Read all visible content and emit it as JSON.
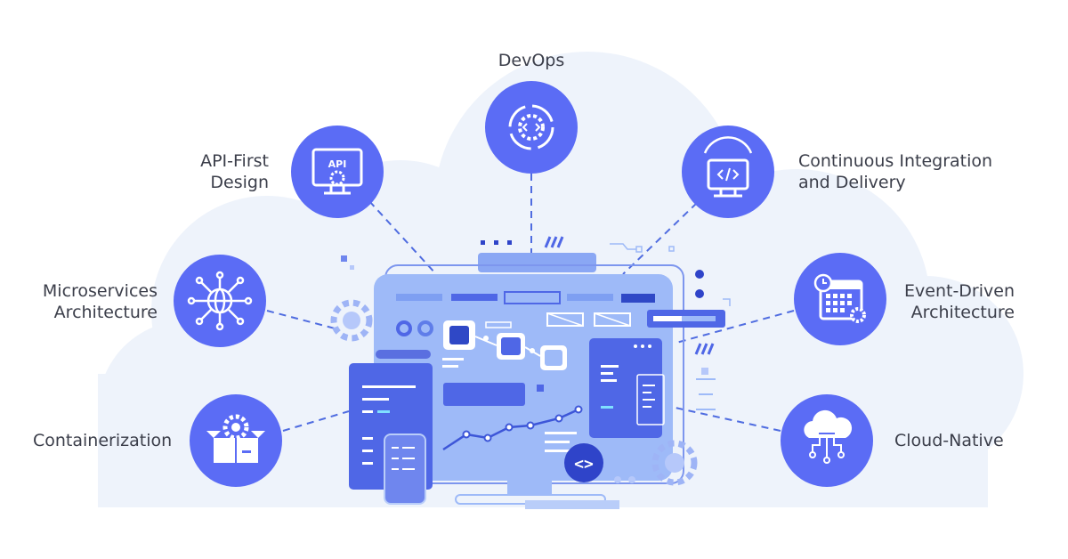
{
  "diagram": {
    "center_badge": "<>",
    "nodes": [
      {
        "id": "devops",
        "icon": "devops-gear-cycle-icon",
        "lines": [
          "DevOps"
        ]
      },
      {
        "id": "api-first",
        "icon": "api-monitor-icon",
        "lines": [
          "API-First",
          "Design"
        ]
      },
      {
        "id": "ci-cd",
        "icon": "code-monitor-icon",
        "lines": [
          "Continuous Integration",
          "and Delivery"
        ]
      },
      {
        "id": "microservices",
        "icon": "network-globe-icon",
        "lines": [
          "Microservices",
          "Architecture"
        ]
      },
      {
        "id": "event-driven",
        "icon": "calendar-clock-icon",
        "lines": [
          "Event-Driven",
          "Architecture"
        ]
      },
      {
        "id": "containerization",
        "icon": "box-gear-icon",
        "lines": [
          "Containerization"
        ]
      },
      {
        "id": "cloud-native",
        "icon": "cloud-network-icon",
        "lines": [
          "Cloud-Native"
        ]
      }
    ]
  },
  "colors": {
    "accent": "#5b6cf5",
    "accent_dark": "#2f44c9",
    "cloud": "#eef3fb",
    "screen": "#9ebaf8",
    "text": "#3b3e4a"
  }
}
